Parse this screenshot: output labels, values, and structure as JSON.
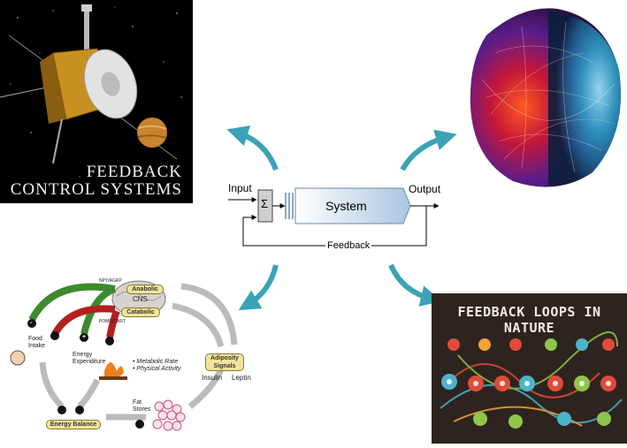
{
  "block_diagram": {
    "input_label": "Input",
    "sum_symbol": "Σ",
    "system_label": "System",
    "output_label": "Output",
    "feedback_label": "Feedback"
  },
  "cover": {
    "title_line1": "FEEDBACK",
    "title_line2": "CONTROL SYSTEMS"
  },
  "physiology": {
    "anabolic": "Anabolic",
    "cns": "CNS",
    "catabolic": "Catabolic",
    "npy_label": "NPY/AGRP",
    "pomc_label": "POMC/CART",
    "food_intake": "Food Intake",
    "energy_expenditure": "Energy Expenditure",
    "metabolic_rate": "• Metabolic Rate",
    "physical_activity": "• Physical Activity",
    "adiposity_signals": "Adiposity Signals",
    "insulin": "Insulin",
    "leptin": "Leptin",
    "fat_stores": "Fat Stores",
    "energy_balance": "Energy Balance",
    "sign_minus": "-",
    "sign_plus": "+"
  },
  "nature": {
    "title": "FEEDBACK LOOPS IN NATURE"
  },
  "colors": {
    "arrow_teal": "#3aa3b5",
    "system_fill_start": "#ffffff",
    "system_fill_end": "#a9c6e0",
    "cover_bg": "#000000",
    "nature_bg": "#2d241f"
  }
}
